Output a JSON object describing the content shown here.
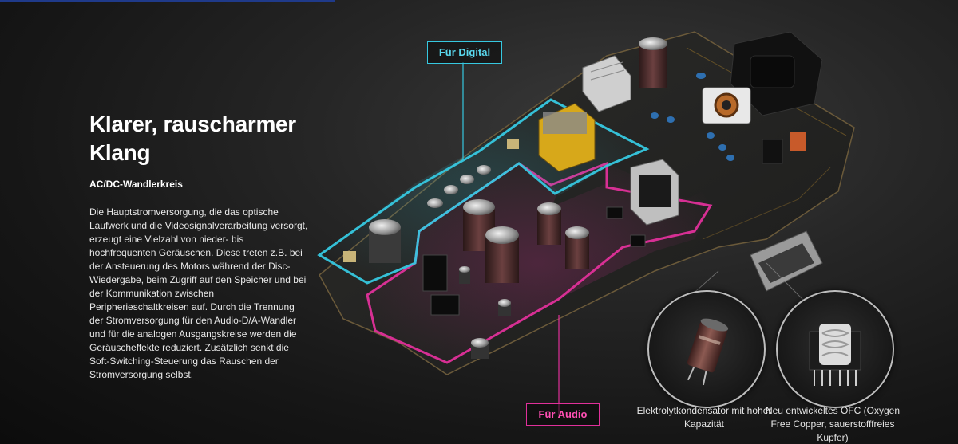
{
  "feature": {
    "title": "Klarer, rauscharmer Klang",
    "subtitle": "AC/DC-Wandlerkreis",
    "body": "Die Hauptstromversorgung, die das optische Laufwerk und die Videosignalverarbeitung versorgt, erzeugt eine Vielzahl von nieder- bis hochfrequenten Geräuschen. Diese treten z.B. bei der Ansteuerung des Motors während der Disc-Wiedergabe, beim Zugriff auf den Speicher und bei der Kommunikation zwischen Peripherieschaltkreisen auf. Durch die Trennung der Stromversorgung für den Audio-D/A-Wandler und für die analogen Ausgangskreise werden die Geräuscheffekte reduziert. Zusätzlich senkt die Soft-Switching-Steuerung das Rauschen der Stromversorgung selbst."
  },
  "callouts": {
    "digital": "Für Digital",
    "audio": "Für Audio"
  },
  "zoom_details": [
    {
      "caption": "Elektrolytkondensator mit hoher Kapazität",
      "icon": "capacitor-icon"
    },
    {
      "caption": "Neu entwickeltes OFC (Oxygen Free Copper, sauerstofffreies Kupfer)",
      "icon": "transformer-coil-icon"
    }
  ],
  "colors": {
    "digital_accent": "#36c8e0",
    "audio_accent": "#e0309a",
    "background": "#1a1a1a"
  }
}
